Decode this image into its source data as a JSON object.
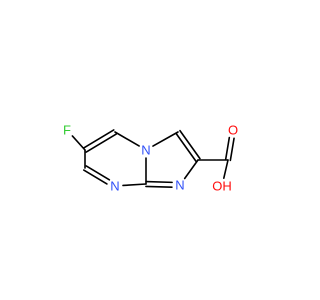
{
  "molecule": {
    "colors": {
      "bond": "#000000",
      "F": "#33cc33",
      "N": "#3050f8",
      "O": "#ff0d0d",
      "C": "#000000"
    },
    "atoms": [
      {
        "id": "F",
        "label": "F",
        "element": "F"
      },
      {
        "id": "C6",
        "label": "",
        "element": "C"
      },
      {
        "id": "C5",
        "label": "",
        "element": "C"
      },
      {
        "id": "C7",
        "label": "",
        "element": "C"
      },
      {
        "id": "N4",
        "label": "N",
        "element": "N"
      },
      {
        "id": "N8",
        "label": "N",
        "element": "N"
      },
      {
        "id": "C8a",
        "label": "",
        "element": "C"
      },
      {
        "id": "C3",
        "label": "",
        "element": "C"
      },
      {
        "id": "C2",
        "label": "",
        "element": "C"
      },
      {
        "id": "N1",
        "label": "N",
        "element": "N"
      },
      {
        "id": "Cc",
        "label": "",
        "element": "C"
      },
      {
        "id": "O1",
        "label": "O",
        "element": "O"
      },
      {
        "id": "O2",
        "label": "OH",
        "element": "O"
      }
    ],
    "bonds": [
      {
        "a": "F",
        "b": "C6",
        "order": 1
      },
      {
        "a": "C6",
        "b": "C5",
        "order": 2
      },
      {
        "a": "C5",
        "b": "N4",
        "order": 1
      },
      {
        "a": "C6",
        "b": "C7",
        "order": 1
      },
      {
        "a": "C7",
        "b": "N8",
        "order": 2
      },
      {
        "a": "N8",
        "b": "C8a",
        "order": 1
      },
      {
        "a": "C8a",
        "b": "N4",
        "order": 1
      },
      {
        "a": "N4",
        "b": "C3",
        "order": 1
      },
      {
        "a": "C3",
        "b": "C2",
        "order": 2
      },
      {
        "a": "C2",
        "b": "N1",
        "order": 1
      },
      {
        "a": "N1",
        "b": "C8a",
        "order": 2
      },
      {
        "a": "C2",
        "b": "Cc",
        "order": 1
      },
      {
        "a": "Cc",
        "b": "O1",
        "order": 2
      },
      {
        "a": "Cc",
        "b": "O2",
        "order": 1
      }
    ]
  }
}
